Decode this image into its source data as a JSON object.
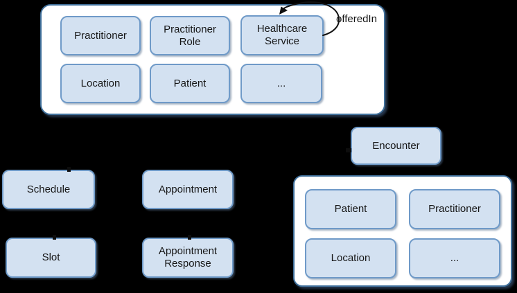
{
  "diagram": {
    "edge_label": "offeredIn",
    "group_top": {
      "boxes": [
        "Practitioner",
        "Practitioner Role",
        "Healthcare Service",
        "Location",
        "Patient",
        "..."
      ]
    },
    "nodes": {
      "encounter": "Encounter",
      "schedule": "Schedule",
      "appointment": "Appointment",
      "slot": "Slot",
      "appointment_response": "Appointment Response"
    },
    "group_bottom": {
      "boxes": [
        "Patient",
        "Practitioner",
        "Location",
        "..."
      ]
    },
    "colors": {
      "background": "#000000",
      "node_fill": "#d3e1f1",
      "node_border": "#6f9ac8",
      "group_fill": "#ffffff",
      "group_border": "#41719c",
      "text": "#161616",
      "arrow": "#111111"
    }
  }
}
